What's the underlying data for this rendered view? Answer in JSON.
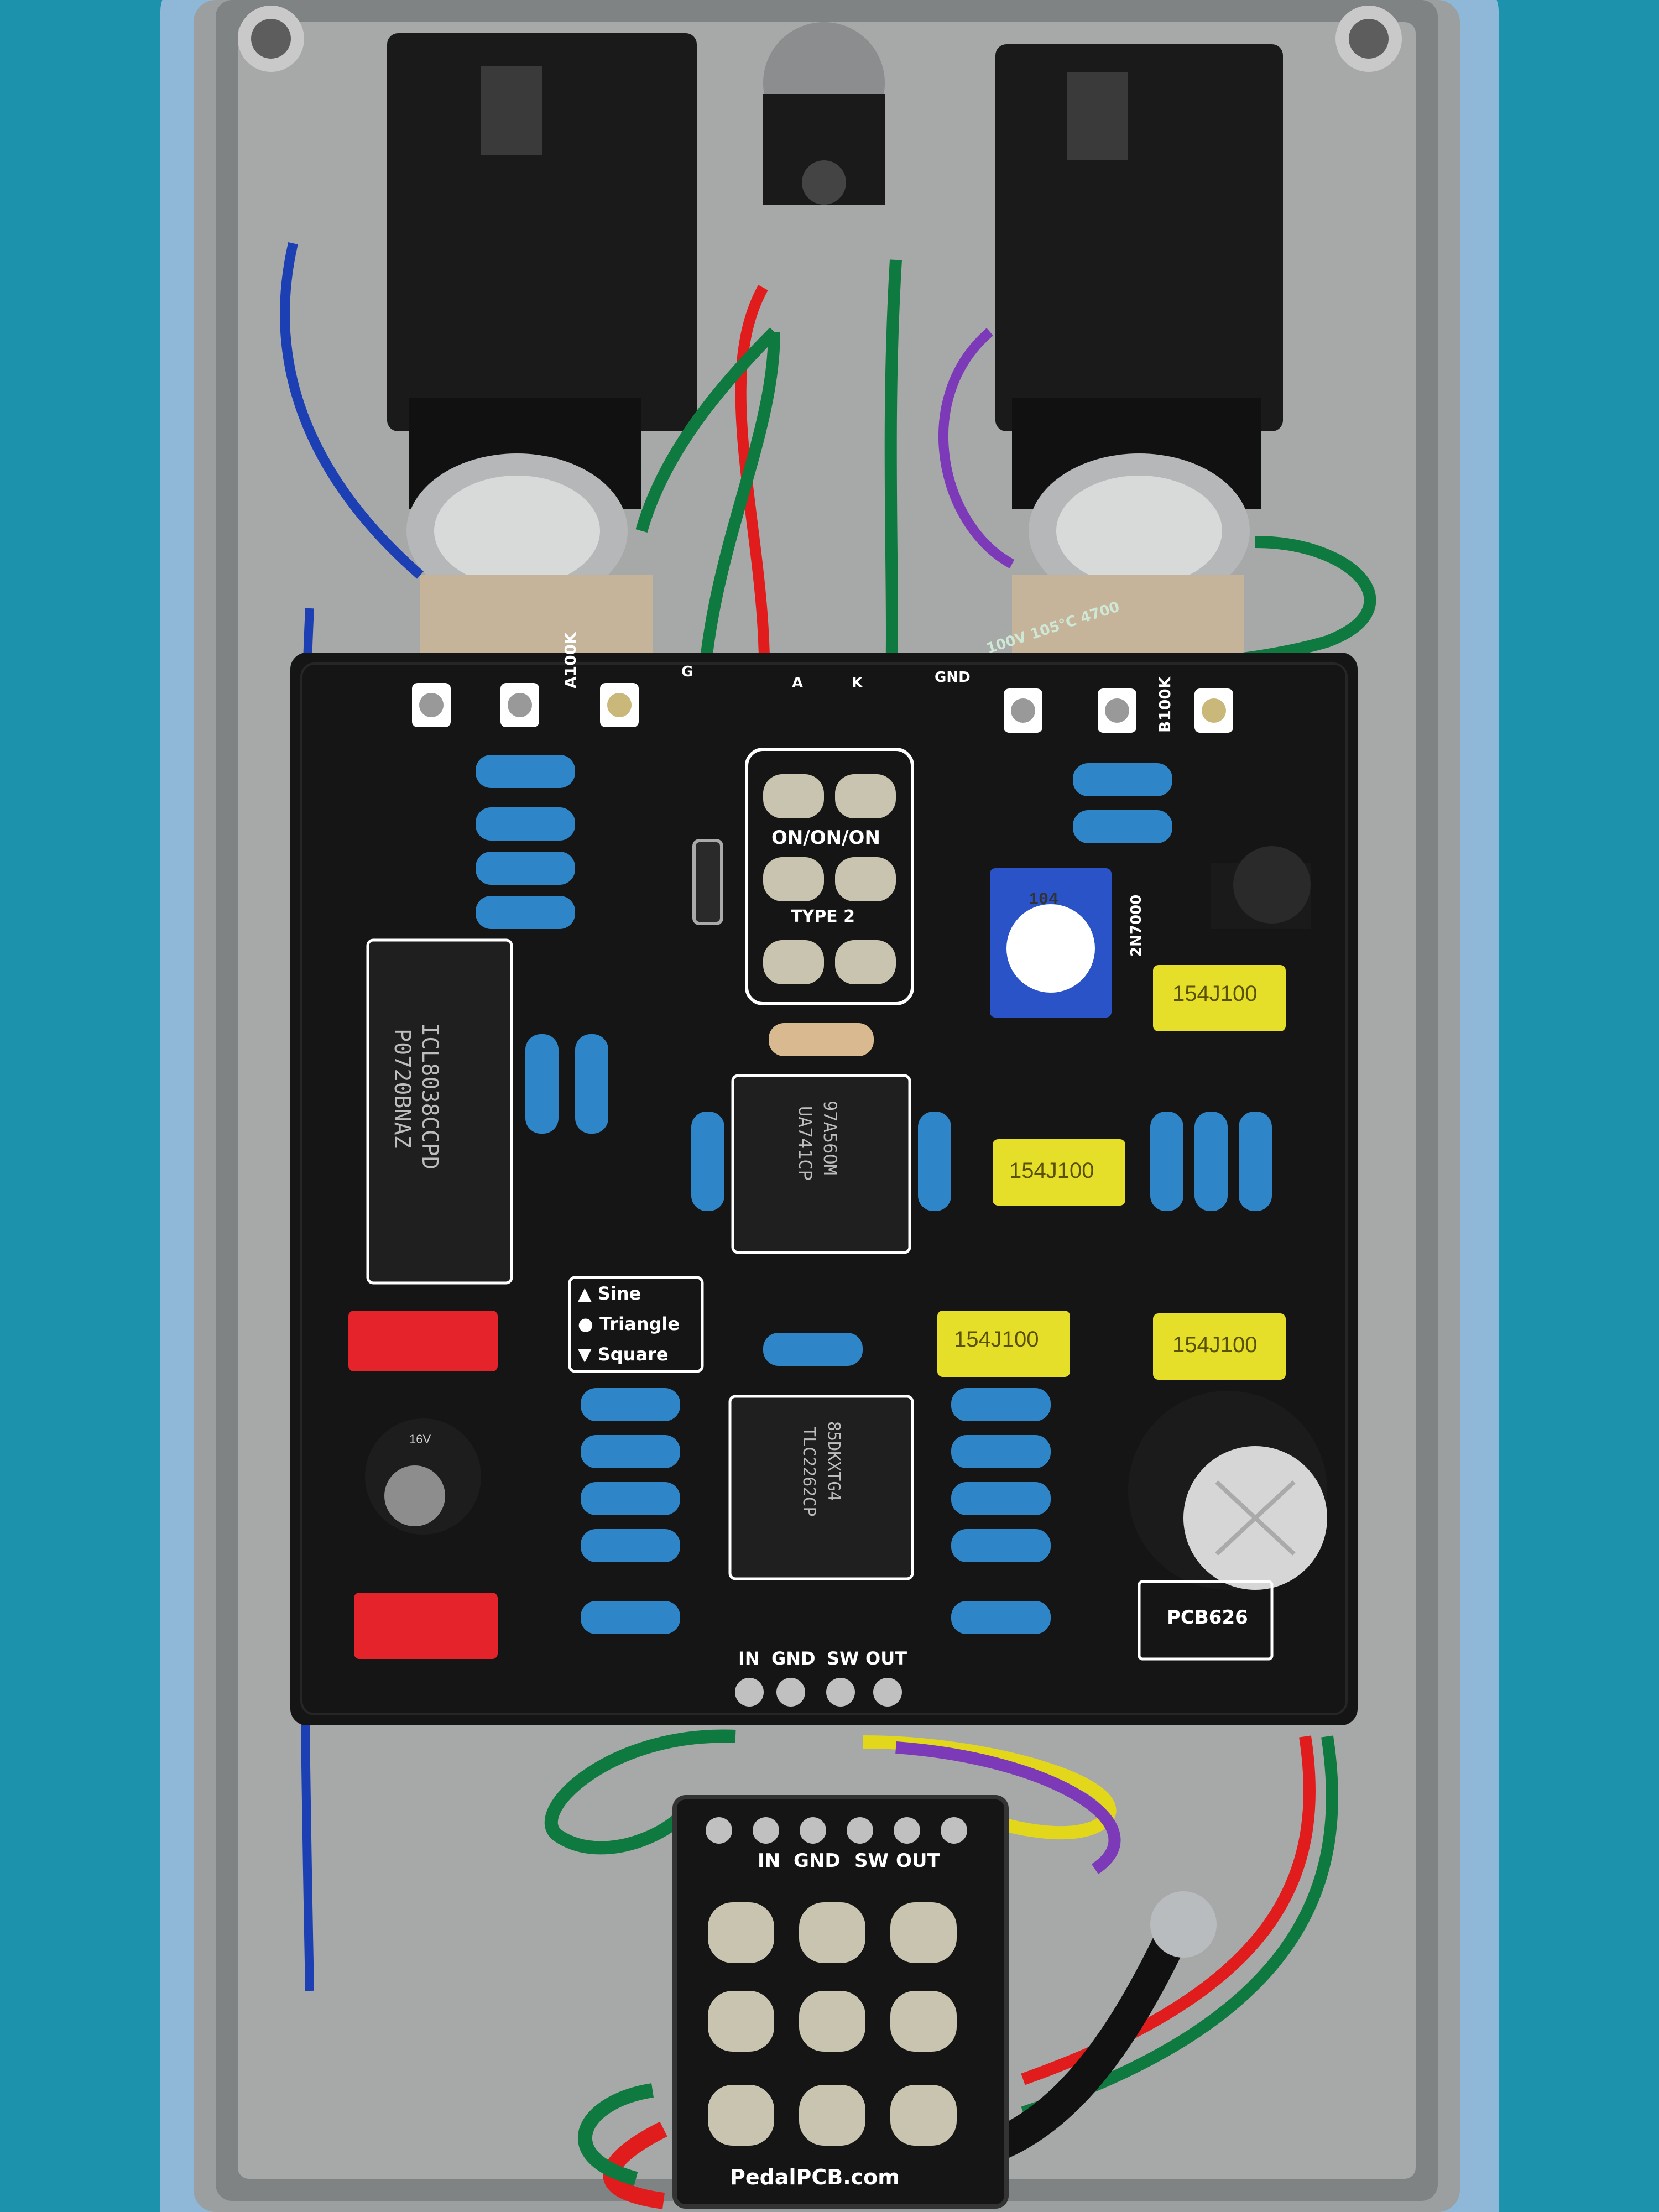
{
  "scene": {
    "description_colors": {
      "background_fabric": "#1f98b3",
      "enclosure_paint": "#8fb8d8",
      "enclosure_metal": "#a9adae",
      "pcb": "#151515",
      "resistor": "#2e86c8",
      "film_cap": "#e6df2a",
      "red_part": "#e4232b"
    }
  },
  "pcb_main": {
    "pot_left_label": "A100K",
    "pot_right_label": "B100K",
    "switch_label": "ON/ON/ON",
    "switch_type": "TYPE 2",
    "top_pad_g_left": "G",
    "top_pad_a": "A",
    "top_pad_k": "K",
    "top_pad_gnd": "GND",
    "regulator_label": "2N7000",
    "trimmer_code": "104",
    "waveform_legend": {
      "sine": "Sine",
      "triangle": "Triangle",
      "square": "Square"
    },
    "chip1_line1": "ICL8038CCPD",
    "chip1_line2": "P0720BNAZ",
    "chip2_line1": "97A56OM",
    "chip2_line2": "UA741CP",
    "chip3_line1": "85DKXTG4",
    "chip3_line2": "TLC2262CP",
    "cap_label_1": "154J100",
    "cap_label_2": "154J100",
    "cap_label_3": "154J100",
    "cap_label_4": "154J100",
    "elec_small_label": "16V",
    "board_id": "PCB626",
    "bottom_header": {
      "in": "IN",
      "gnd": "GND",
      "sw": "SW",
      "out": "OUT"
    }
  },
  "footswitch_board": {
    "in": "IN",
    "gnd": "GND",
    "sw": "SW",
    "out": "OUT",
    "brand": "PedalPCB.com"
  },
  "wire_text": "100V 105°C 4700"
}
